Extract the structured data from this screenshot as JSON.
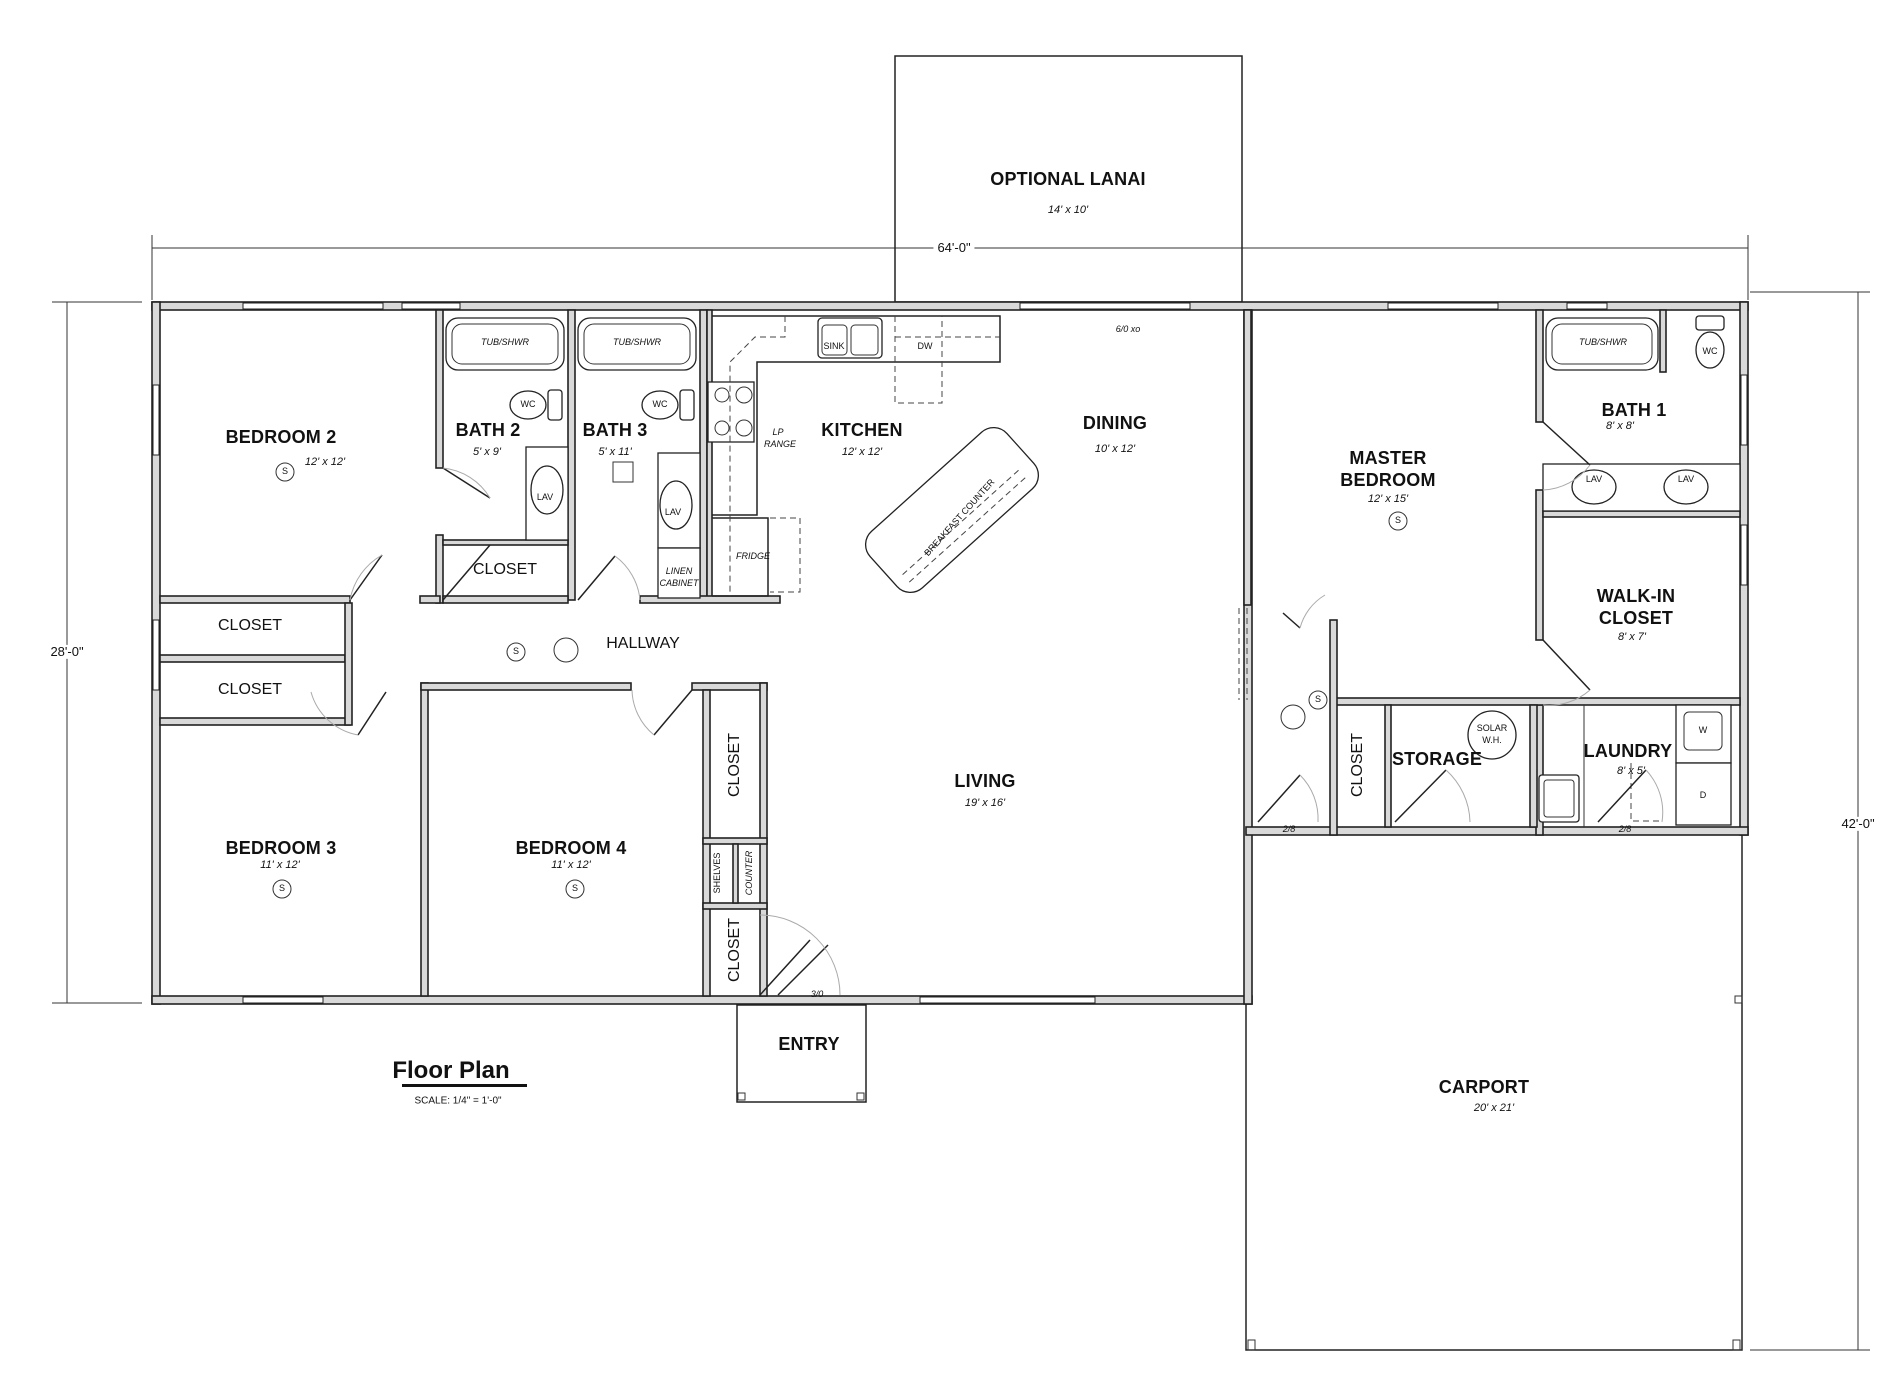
{
  "title": {
    "text": "Floor Plan",
    "scale": "SCALE: 1/4\" = 1'-0\""
  },
  "dimensions": {
    "width": "64'-0\"",
    "left_depth": "28'-0\"",
    "right_depth": "42'-0\""
  },
  "rooms": {
    "lanai": {
      "name": "OPTIONAL LANAI",
      "size": "14' x 10'"
    },
    "bedroom2": {
      "name": "BEDROOM 2",
      "size": "12' x 12'"
    },
    "bath2": {
      "name": "BATH 2",
      "size": "5' x 9'"
    },
    "bath3": {
      "name": "BATH 3",
      "size": "5' x 11'"
    },
    "kitchen": {
      "name": "KITCHEN",
      "size": "12' x 12'"
    },
    "dining": {
      "name": "DINING",
      "size": "10' x 12'"
    },
    "master": {
      "name_line1": "MASTER",
      "name_line2": "BEDROOM",
      "size": "12' x 15'"
    },
    "bath1": {
      "name": "BATH 1",
      "size": "8' x 8'"
    },
    "walkin": {
      "name_line1": "WALK-IN",
      "name_line2": "CLOSET",
      "size": "8' x 7'"
    },
    "hallway": {
      "name": "HALLWAY"
    },
    "bedroom3": {
      "name": "BEDROOM 3",
      "size": "11' x 12'"
    },
    "bedroom4": {
      "name": "BEDROOM 4",
      "size": "11' x 12'"
    },
    "living": {
      "name": "LIVING",
      "size": "19' x 16'"
    },
    "storage": {
      "name": "STORAGE"
    },
    "laundry": {
      "name": "LAUNDRY",
      "size": "8' x 5'"
    },
    "entry": {
      "name": "ENTRY"
    },
    "carport": {
      "name": "CARPORT",
      "size": "20' x 21'"
    }
  },
  "closets": {
    "bath_closet": "CLOSET",
    "hall_closet_1": "CLOSET",
    "hall_closet_2": "CLOSET",
    "bed4_closet": "CLOSET",
    "entry_closet": "CLOSET",
    "utility_closet": "CLOSET"
  },
  "fixtures": {
    "tub": "TUB/SHWR",
    "wc": "WC",
    "lav": "LAV",
    "linen_line1": "LINEN",
    "linen_line2": "CABINET",
    "sink": "SINK",
    "dw": "DW",
    "range_line1": "LP",
    "range_line2": "RANGE",
    "fridge": "FRIDGE",
    "breakfast": "BREAKFAST COUNTER",
    "shelves": "SHELVES",
    "counter": "COUNTER",
    "solar_line1": "SOLAR",
    "solar_line2": "W.H.",
    "washer": "W",
    "dryer": "D",
    "smoke": "S"
  },
  "doors": {
    "slider": "6/0 xo",
    "entry_door": "3/0",
    "utility_door": "2/8",
    "laundry_door": "2/8"
  }
}
